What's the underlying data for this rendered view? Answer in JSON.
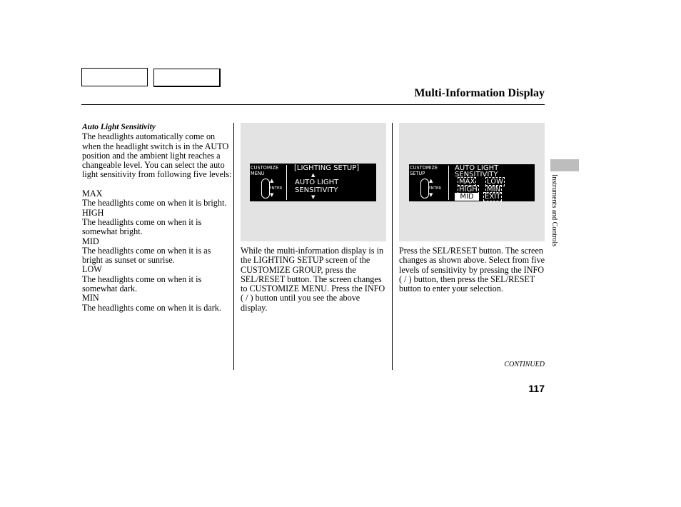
{
  "header": {
    "title": "Multi-Information Display"
  },
  "left_column": {
    "subheading": "Auto Light Sensitivity",
    "intro": "The headlights automatically come on when the headlight switch is in the AUTO position and the ambient light reaches a changeable level. You can select the auto light sensitivity from following five levels:",
    "levels": [
      {
        "name": "MAX",
        "description": "The headlights come on when it is bright."
      },
      {
        "name": "HIGH",
        "description": "The headlights come on when it is somewhat bright."
      },
      {
        "name": "MID",
        "description": "The headlights come on when it is as bright as sunset or sunrise."
      },
      {
        "name": "LOW",
        "description": "The headlights come on when it is somewhat dark."
      },
      {
        "name": "MIN",
        "description": "The headlights come on when it is dark."
      }
    ]
  },
  "screen_1": {
    "left_label_line1": "CUSTOMIZE",
    "left_label_line2": "MENU",
    "enter_label": "ENTER",
    "line1": "[LIGHTING SETUP]",
    "line2": "AUTO LIGHT",
    "line3": "SENSITIVITY",
    "up_arrow": "▲",
    "down_arrow": "▼",
    "knob_up": "▲",
    "knob_down": "▼"
  },
  "screen_2": {
    "left_label_line1": "CUSTOMIZE",
    "left_label_line2": "SETUP",
    "enter_label": "ENTER",
    "line1": "AUTO LIGHT",
    "line2": "SENSITIVITY",
    "options": [
      "MAX",
      "LOW",
      "HIGH",
      "MIN",
      "MID",
      "EXIT"
    ],
    "selected_option": "MID",
    "knob_up": "▲",
    "knob_down": "▼"
  },
  "middle_column": {
    "text": "While the multi-information display is in the LIGHTING SETUP screen of the CUSTOMIZE GROUP, press the SEL/RESET button. The screen changes to CUSTOMIZE MENU. Press the INFO (   /   ) button until you see the above display."
  },
  "right_column": {
    "text": "Press the SEL/RESET button. The screen changes as shown above. Select from five levels of sensitivity by pressing the INFO (   /   ) button, then press the SEL/RESET button to enter your selection."
  },
  "side_label": "Instruments and Controls",
  "footer": {
    "continued": "CONTINUED",
    "page_number": "117"
  }
}
